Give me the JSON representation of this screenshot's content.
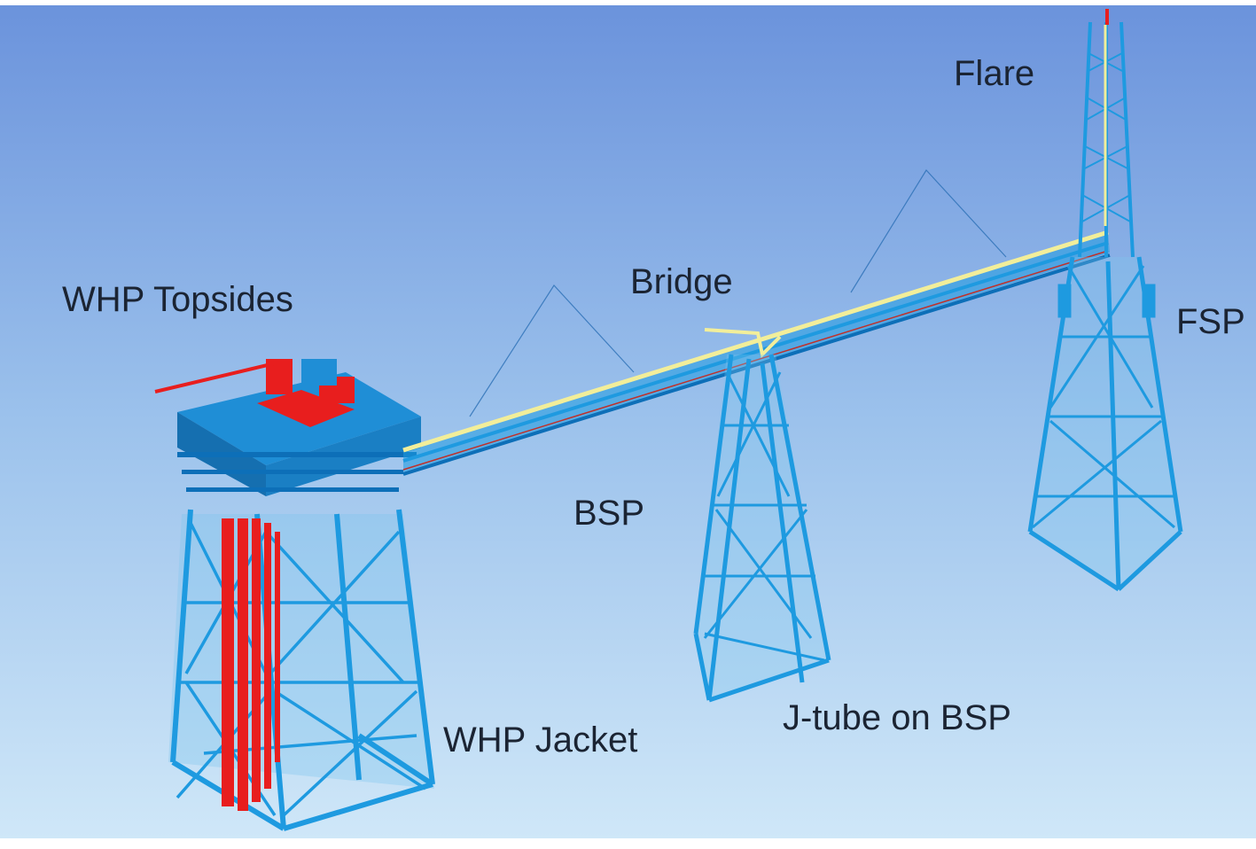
{
  "labels": {
    "whp_topsides": "WHP Topsides",
    "bridge": "Bridge",
    "flare": "Flare",
    "fsp": "FSP",
    "bsp": "BSP",
    "whp_jacket": "WHP Jacket",
    "jtube_on_bsp": "J-tube on BSP"
  },
  "colors": {
    "sky_top": "#6b93dc",
    "sky_bottom": "#cfe7f8",
    "steel": "#1e9ae0",
    "steel_dark": "#0d6fb8",
    "equipment": "#e81e1e",
    "walkway": "#f2ee9a",
    "label_text": "#1b2433"
  }
}
